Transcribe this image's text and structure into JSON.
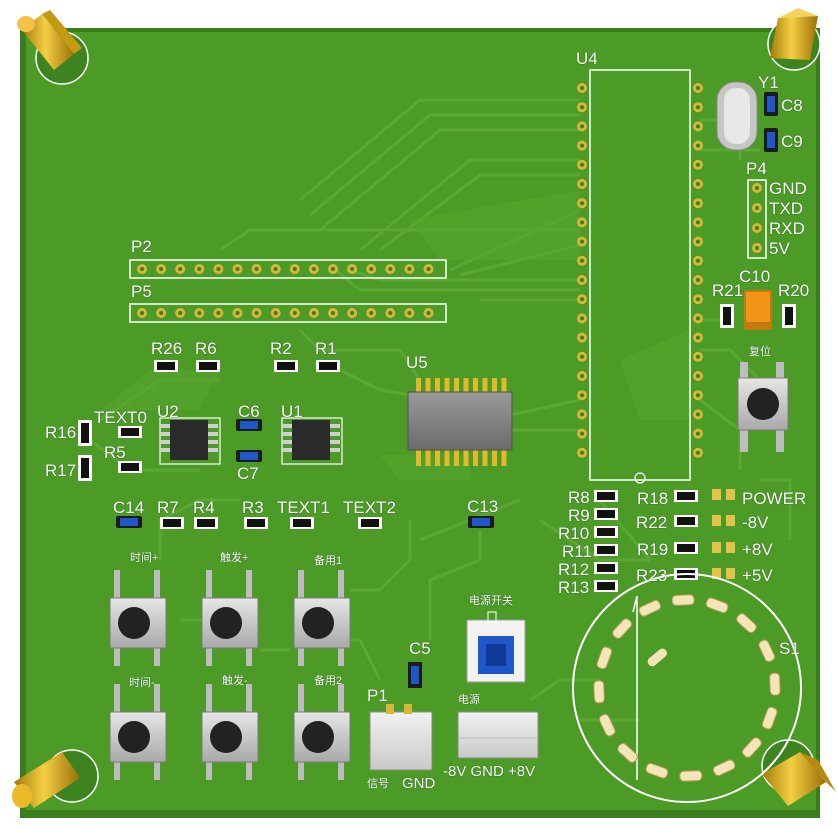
{
  "colors": {
    "board": "#4d9b27",
    "board_edge": "#3a7d1c",
    "trace": "#5aa833",
    "silk": "#ffffff",
    "pad": "#d9b53a",
    "standoff": "#e0b21c",
    "blue_cap": "#1f56c8",
    "tantalum": "#f19418"
  },
  "labels": {
    "u4": "U4",
    "y1": "Y1",
    "c8": "C8",
    "c9": "C9",
    "p4": "P4",
    "gnd_p4": "GND",
    "txd": "TXD",
    "rxd": "RXD",
    "v5": "5V",
    "p2": "P2",
    "p5": "P5",
    "c10": "C10",
    "r21": "R21",
    "r20": "R20",
    "reset": "复位",
    "r26": "R26",
    "r6": "R6",
    "r2": "R2",
    "r1": "R1",
    "u5": "U5",
    "r16": "R16",
    "text0": "TEXT0",
    "u2": "U2",
    "c6": "C6",
    "u1": "U1",
    "r5": "R5",
    "r17": "R17",
    "c7": "C7",
    "c14": "C14",
    "r7": "R7",
    "r4": "R4",
    "r3": "R3",
    "text1": "TEXT1",
    "text2": "TEXT2",
    "c13": "C13",
    "r8": "R8",
    "r9": "R9",
    "r10": "R10",
    "r11": "R11",
    "r12": "R12",
    "r13": "R13",
    "r18": "R18",
    "r22": "R22",
    "r19": "R19",
    "r23": "R23",
    "power": "POWER",
    "neg8v": "-8V",
    "pos8v": "+8V",
    "pos5v": "+5V",
    "s1": "S1",
    "time_plus": "时间+",
    "trig_plus": "触发+",
    "spare1": "备用1",
    "time_minus": "时间-",
    "trig_minus": "触发-",
    "spare2": "备用2",
    "power_switch": "电源开关",
    "c5": "C5",
    "p1": "P1",
    "power_label": "电源",
    "signal": "信号",
    "gnd_p1": "GND",
    "power_conn": "-8V GND +8V"
  }
}
